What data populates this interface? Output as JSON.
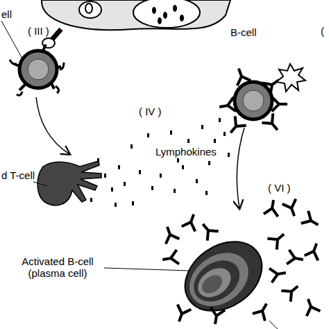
{
  "diagram": {
    "labels": [
      "ell",
      "( III )",
      "B-cell",
      "(",
      "( IV )",
      "Lymphokines",
      "( VI )",
      "d T-cell",
      "Activated B-cell (plasma cell)"
    ]
  }
}
